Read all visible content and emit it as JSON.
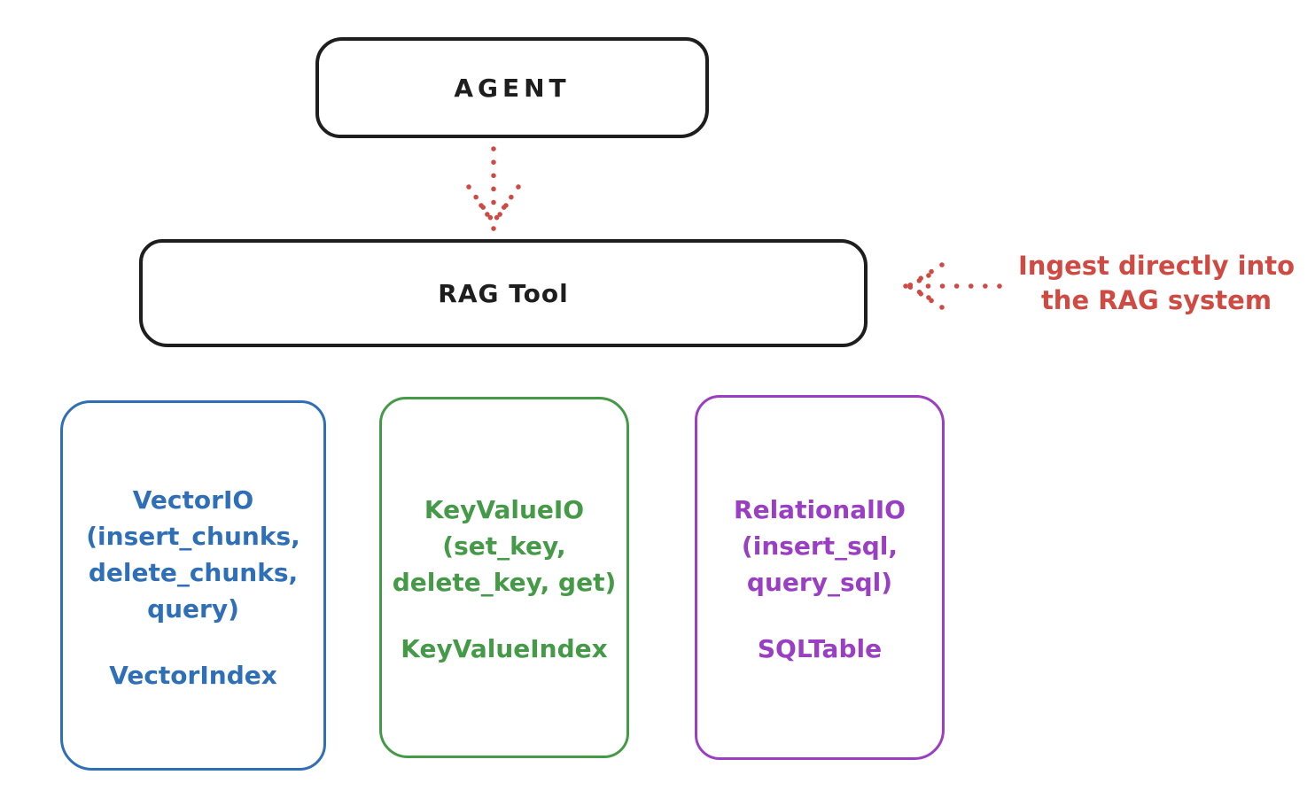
{
  "diagram": {
    "agent": {
      "label": "AGENT"
    },
    "rag_tool": {
      "label": "RAG Tool"
    },
    "annotation": {
      "text": "Ingest directly into\nthe RAG system"
    },
    "backends": [
      {
        "name": "vector-io",
        "methods": "VectorIO\n(insert_chunks,\ndelete_chunks,\nquery)",
        "index": "VectorIndex",
        "color": "#2e6fb7"
      },
      {
        "name": "keyvalue-io",
        "methods": "KeyValueIO\n(set_key,\ndelete_key, get)",
        "index": "KeyValueIndex",
        "color": "#459a47"
      },
      {
        "name": "relational-io",
        "methods": "RelationalIO\n(insert_sql,\nquery_sql)",
        "index": "SQLTable",
        "color": "#9a3fc3"
      }
    ],
    "colors": {
      "ink": "#1e1e1e",
      "arrow_red": "#cf4a42",
      "background": "#ffffff"
    }
  }
}
